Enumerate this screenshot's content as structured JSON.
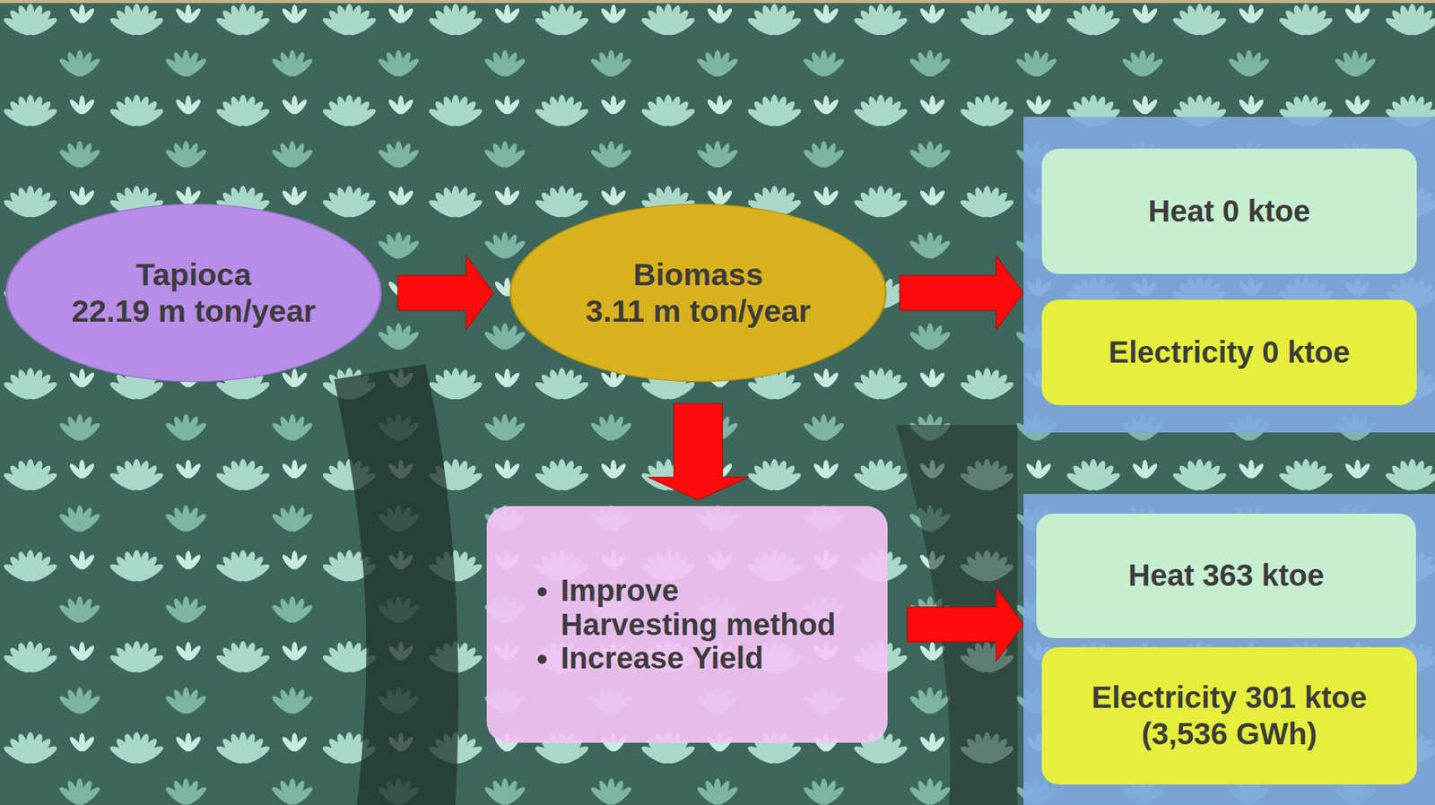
{
  "diagram": {
    "nodes": [
      {
        "text": [
          "Tapioca",
          "22.19 m ton/year"
        ]
      },
      {
        "text": [
          "Biomass",
          "3.11 m ton/year"
        ]
      },
      {
        "text": []
      },
      {
        "text": [
          "Heat 0 ktoe"
        ],
        "in": 2
      },
      {
        "text": [
          "Electricity 0 ktoe"
        ],
        "in": 2
      },
      {
        "text": [
          "Improve Harvesting method",
          "Increase Yield"
        ]
      },
      {
        "text": []
      },
      {
        "text": [
          "Heat 363 ktoe"
        ],
        "in": 6
      },
      {
        "text": [
          "Electricity 301 ktoe",
          "(3,536 GWh)"
        ],
        "in": 6
      }
    ],
    "edges": [
      {
        "from": 0,
        "to": 1,
        "arrow": "to"
      },
      {
        "from": 1,
        "to": 2,
        "arrow": "to"
      },
      {
        "from": 1,
        "to": 5,
        "arrow": "to"
      },
      {
        "from": 5,
        "to": 6,
        "arrow": "to"
      }
    ]
  }
}
